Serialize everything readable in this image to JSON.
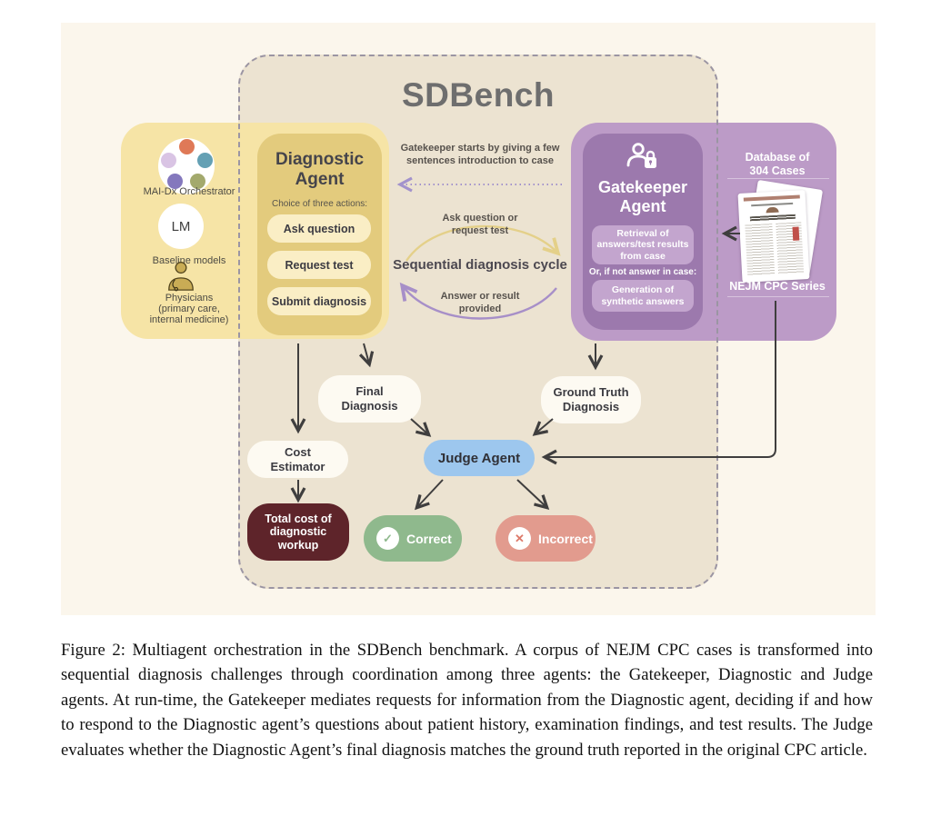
{
  "title": "SDBench",
  "orchestrator": {
    "label": "MAI-Dx Orchestrator",
    "lm": "LM",
    "baseline": "Baseline models",
    "physicians": "Physicians\n(primary care,\ninternal medicine)"
  },
  "diagnostic": {
    "title": "Diagnostic\nAgent",
    "subtitle": "Choice of three actions:",
    "actions": [
      "Ask question",
      "Request test",
      "Submit diagnosis"
    ]
  },
  "cycle": {
    "intro": "Gatekeeper starts by giving a few\nsentences introduction to case",
    "ask": "Ask question or\nrequest test",
    "label": "Sequential diagnosis cycle",
    "answer": "Answer or result\nprovided"
  },
  "gatekeeper": {
    "title": "Gatekeeper\nAgent",
    "retrieval": "Retrieval of\nanswers/test results\nfrom case",
    "fallback": "Or, if not answer in case:",
    "generation": "Generation of\nsynthetic answers"
  },
  "database": {
    "top": "Database of\n304 Cases",
    "bottom": "NEJM CPC Series"
  },
  "nodes": {
    "final": "Final\nDiagnosis",
    "ground_truth": "Ground Truth\nDiagnosis",
    "cost": "Cost\nEstimator",
    "judge": "Judge Agent",
    "total_cost": "Total cost of\ndiagnostic\nworkup",
    "correct": "Correct",
    "incorrect": "Incorrect"
  },
  "caption": "Figure 2: Multiagent orchestration in the SDBench benchmark. A corpus of NEJM CPC cases is transformed into sequential diagnosis challenges through coordination among three agents: the Gatekeeper, Diagnostic and Judge agents. At run-time, the Gatekeeper mediates requests for information from the Diagnostic agent, deciding if and how to respond to the Diagnostic agent’s questions about patient history, examination findings, and test results. The Judge evaluates whether the Diagnostic Agent’s final diagnosis matches the ground truth reported in the original CPC article.",
  "colors": {
    "figure_bg": "#fbf6ec",
    "bench_bg": "#ece3d1",
    "yellow_panel": "#f6e4a6",
    "diag_box": "#e3cb7d",
    "action_btn": "#faeec5",
    "purple_panel": "#bc9bc7",
    "gate_box": "#9c79ad",
    "gate_btn": "#c3a5ce",
    "judge": "#9dc7ee",
    "total_cost": "#5e242a",
    "correct": "#8fb98d",
    "incorrect": "#e29b8e",
    "arrow_dark": "#3f3e3e",
    "arrow_yellow": "#e4d089",
    "arrow_purple": "#a78fc8",
    "arrow_dotted": "#a292cc"
  }
}
